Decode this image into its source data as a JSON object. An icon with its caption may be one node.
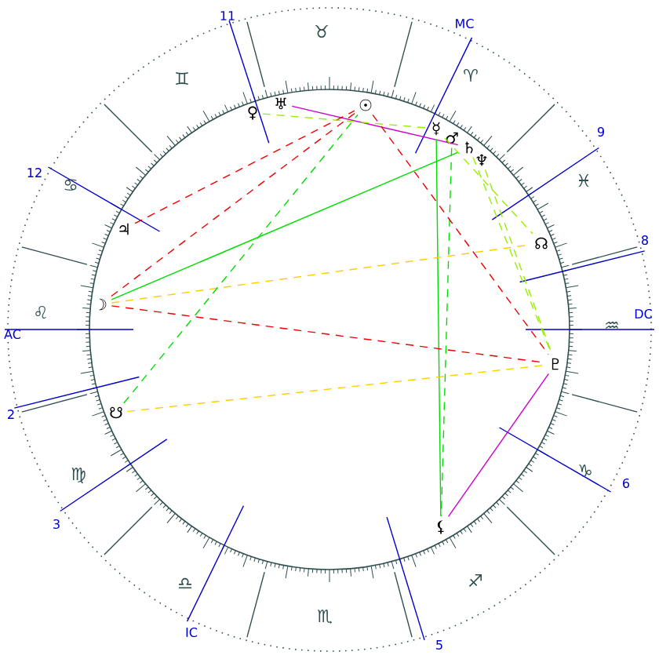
{
  "diagram": {
    "nodes": [
      {
        "text": [
          "♅"
        ]
      },
      {
        "text": [
          "♀"
        ]
      },
      {
        "text": [
          "☉"
        ]
      },
      {
        "text": [
          "☿"
        ]
      },
      {
        "text": [
          "♂"
        ]
      },
      {
        "text": [
          "♄"
        ]
      },
      {
        "text": [
          "♆"
        ]
      },
      {
        "text": [
          "♃"
        ]
      },
      {
        "text": [
          "☊"
        ]
      },
      {
        "text": [
          "☽"
        ]
      },
      {
        "text": [
          "♇"
        ]
      },
      {
        "text": [
          "☋"
        ]
      },
      {
        "text": [
          "⚸"
        ]
      }
    ],
    "edges": [
      {
        "from": 0,
        "to": 5,
        "arrow": "none",
        "color": "#cc00cc"
      },
      {
        "from": 10,
        "to": 12,
        "arrow": "none",
        "color": "#cc00cc"
      },
      {
        "from": 9,
        "to": 5,
        "arrow": "none",
        "color": "#00dd00"
      },
      {
        "from": 3,
        "to": 12,
        "arrow": "none",
        "color": "#00dd00"
      },
      {
        "from": 4,
        "to": 12,
        "arrow": "none",
        "style": "dashed",
        "color": "#00dd00"
      },
      {
        "from": 9,
        "to": 10,
        "arrow": "none",
        "style": "dashed",
        "color": "#ee0000"
      },
      {
        "from": 11,
        "to": 10,
        "arrow": "none",
        "style": "dashed",
        "color": "#ffcc00"
      },
      {
        "from": 9,
        "to": 8,
        "arrow": "none",
        "style": "dashed",
        "color": "#ffcc00"
      },
      {
        "from": 11,
        "to": 2,
        "arrow": "none",
        "style": "dashed",
        "color": "#00dd00"
      },
      {
        "from": 7,
        "to": 2,
        "arrow": "none",
        "style": "dashed",
        "color": "#ee0000"
      },
      {
        "from": 9,
        "to": 2,
        "arrow": "none",
        "style": "dashed",
        "color": "#ee0000"
      },
      {
        "from": 2,
        "to": 10,
        "arrow": "none",
        "style": "dashed",
        "color": "#ee0000"
      },
      {
        "from": 1,
        "to": 3,
        "arrow": "none",
        "style": "dashed",
        "color": "#99ee00"
      },
      {
        "from": 3,
        "to": 8,
        "arrow": "none",
        "style": "dashed",
        "color": "#99ee00"
      },
      {
        "from": 6,
        "to": 10,
        "arrow": "none",
        "style": "dashed",
        "color": "#99ee00"
      },
      {
        "from": 5,
        "to": 10,
        "arrow": "none",
        "style": "dashed",
        "color": "#99ee00"
      }
    ],
    "labels": [
      "11",
      "MC",
      "♉",
      "♊",
      "♈",
      "9",
      "12",
      "♋",
      "♓",
      "8",
      "DC",
      "♌",
      "♒",
      "AC",
      "2",
      "♍",
      "♑",
      "6",
      "3",
      "♎",
      "♐",
      "♏",
      "IC",
      "5"
    ]
  }
}
